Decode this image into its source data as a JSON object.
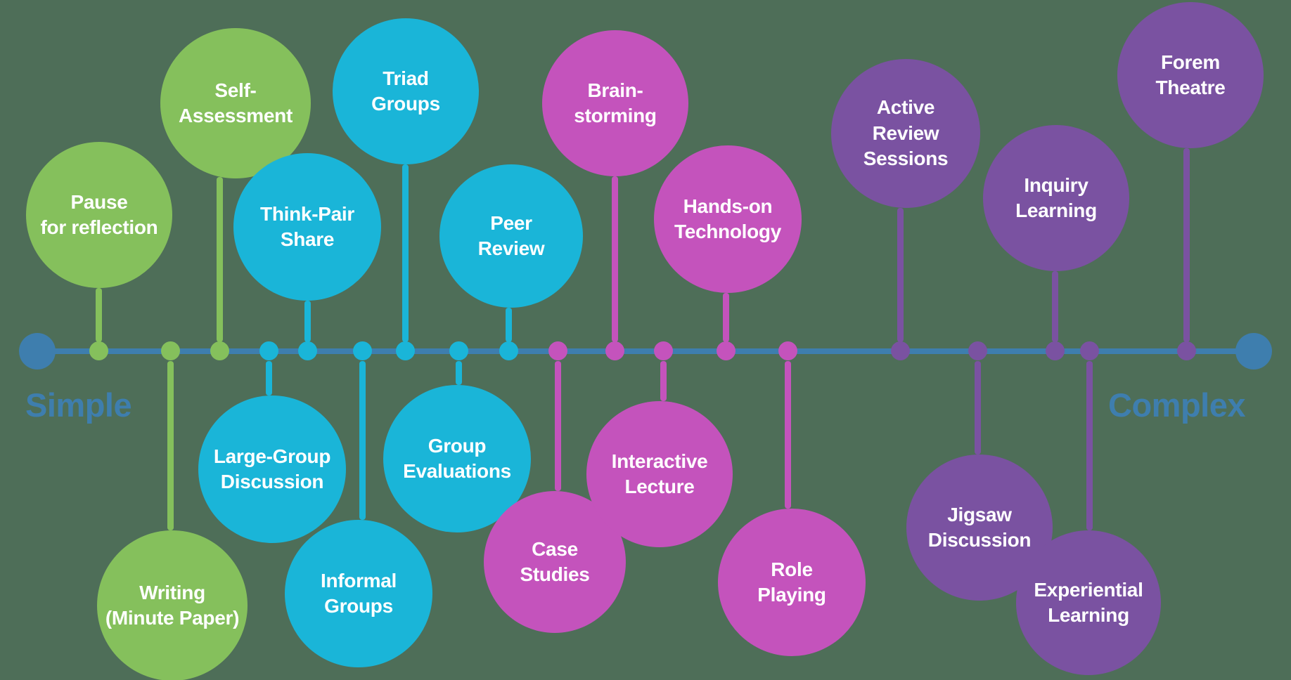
{
  "diagram": {
    "description_axis": {
      "left_label": "Simple",
      "right_label": "Complex"
    },
    "colors": {
      "background": "#4E6E58",
      "timeline_blue": "#3E7EAE",
      "green": "#85C05C",
      "cyan": "#1AB5D8",
      "magenta": "#C453BC",
      "purple": "#7A52A1",
      "bubble_text": "#FFFFFF"
    },
    "bubbles": [
      {
        "label": "Pause\nfor reflection",
        "color": "green",
        "row": "top"
      },
      {
        "label": "Self-\nAssessment",
        "color": "green",
        "row": "top"
      },
      {
        "label": "Think-Pair\nShare",
        "color": "cyan",
        "row": "top"
      },
      {
        "label": "Triad\nGroups",
        "color": "cyan",
        "row": "top"
      },
      {
        "label": "Peer\nReview",
        "color": "cyan",
        "row": "top"
      },
      {
        "label": "Brain-\nstorming",
        "color": "magenta",
        "row": "top"
      },
      {
        "label": "Hands-on\nTechnology",
        "color": "magenta",
        "row": "top"
      },
      {
        "label": "Active\nReview\nSessions",
        "color": "purple",
        "row": "top"
      },
      {
        "label": "Inquiry\nLearning",
        "color": "purple",
        "row": "top"
      },
      {
        "label": "Forem\nTheatre",
        "color": "purple",
        "row": "top"
      },
      {
        "label": "Writing\n(Minute Paper)",
        "color": "green",
        "row": "bottom"
      },
      {
        "label": "Large-Group\nDiscussion",
        "color": "cyan",
        "row": "bottom"
      },
      {
        "label": "Informal\nGroups",
        "color": "cyan",
        "row": "bottom"
      },
      {
        "label": "Group\nEvaluations",
        "color": "cyan",
        "row": "bottom"
      },
      {
        "label": "Case\nStudies",
        "color": "magenta",
        "row": "bottom"
      },
      {
        "label": "Interactive\nLecture",
        "color": "magenta",
        "row": "bottom"
      },
      {
        "label": "Role\nPlaying",
        "color": "magenta",
        "row": "bottom"
      },
      {
        "label": "Jigsaw\nDiscussion",
        "color": "purple",
        "row": "bottom"
      },
      {
        "label": "Experiential\nLearning",
        "color": "purple",
        "row": "bottom"
      }
    ]
  }
}
